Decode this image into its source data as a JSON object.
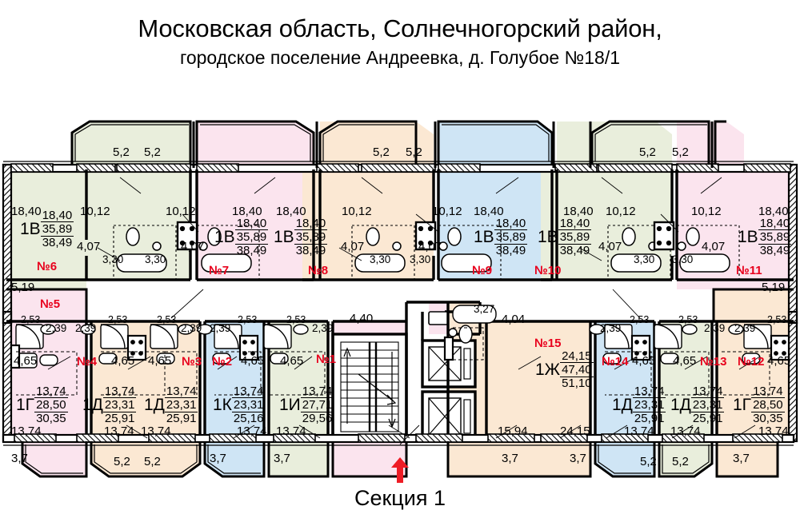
{
  "title": {
    "line1": "Московская область, Солнечногорский район,",
    "line2": "городское поселение Андреевка, д. Голубое №18/1"
  },
  "caption": "Секция 1",
  "colors": {
    "green": "#e9eedc",
    "pink": "#fbe4ee",
    "beige": "#fbe8d3",
    "blue": "#cfe5f5",
    "wall": "#000000",
    "apt_number": "#e8001c",
    "arrow": "#ee1c25"
  },
  "legend": {
    "type_1V": "1В",
    "type_1G": "1Г",
    "type_1D": "1Д",
    "type_1K": "1К",
    "type_1I": "1И",
    "type_1Zh": "1Ж"
  },
  "apartments": [
    {
      "no": "№6",
      "type": "1В",
      "living": "18,40",
      "area": "35,89",
      "total": "38,49",
      "color": "green",
      "rooms": [
        "18,40",
        "10,12",
        "4,07",
        "3,30",
        "5,2"
      ]
    },
    {
      "no": "№7",
      "type": "1В",
      "living": "18,40",
      "area": "35,89",
      "total": "38,49",
      "color": "pink",
      "rooms": [
        "18,40",
        "10,12",
        "4,07",
        "3,30",
        "5,2"
      ]
    },
    {
      "no": "№8",
      "type": "1В",
      "living": "18,40",
      "area": "35,89",
      "total": "38,49",
      "color": "beige",
      "rooms": [
        "18,40",
        "10,12",
        "4,07",
        "3,30",
        "5,2"
      ]
    },
    {
      "no": "№9",
      "type": "1В",
      "living": "18,40",
      "area": "35,89",
      "total": "38,49",
      "color": "blue",
      "rooms": [
        "18,40",
        "10,12",
        "4,07",
        "3,30",
        "5,2"
      ]
    },
    {
      "no": "№10",
      "type": "1В",
      "living": "18,40",
      "area": "35,89",
      "total": "38,49",
      "color": "green",
      "rooms": [
        "18,40",
        "10,12",
        "4,07",
        "3,30",
        "5,2"
      ]
    },
    {
      "no": "№11",
      "type": "1В",
      "living": "18,40",
      "area": "35,89",
      "total": "38,49",
      "color": "pink",
      "rooms": [
        "18,40",
        "10,12",
        "4,07",
        "3,30",
        "5,2"
      ]
    },
    {
      "no": "№5",
      "type": "1Г",
      "living": "13,74",
      "area": "28,50",
      "total": "30,35",
      "color": "pink",
      "rooms": [
        "13,74",
        "4,65",
        "2,53",
        "2,39",
        "5,19",
        "3,7"
      ]
    },
    {
      "no": "№4",
      "type": "1Д",
      "living": "13,74",
      "area": "23,31",
      "total": "25,91",
      "color": "beige",
      "rooms": [
        "13,74",
        "4,65",
        "2,53",
        "2,39",
        "5,2"
      ]
    },
    {
      "no": "№3",
      "type": "1Д",
      "living": "13,74",
      "area": "23,31",
      "total": "25,91",
      "color": "blue",
      "rooms": [
        "13,74",
        "4,65",
        "2,53",
        "2,39",
        "5,2"
      ]
    },
    {
      "no": "№2",
      "type": "1К",
      "living": "13,74",
      "area": "23,31",
      "total": "25,16",
      "color": "green",
      "rooms": [
        "13,74",
        "4,65",
        "2,53",
        "2,39",
        "3,7"
      ]
    },
    {
      "no": "№1",
      "type": "1И",
      "living": "13,74",
      "area": "27,71",
      "total": "29,56",
      "color": "pink",
      "rooms": [
        "13,74",
        "4,65",
        "2,53",
        "2,39",
        "4,40",
        "3,7"
      ]
    },
    {
      "no": "№15",
      "type": "1Ж",
      "living": "24,15",
      "area": "47,40",
      "total": "51,10",
      "color": "beige",
      "rooms": [
        "24,15",
        "15,94",
        "4,04",
        "3,27",
        "3,7"
      ]
    },
    {
      "no": "№14",
      "type": "1Д",
      "living": "13,74",
      "area": "23,31",
      "total": "25,91",
      "color": "blue",
      "rooms": [
        "13,74",
        "4,65",
        "2,53",
        "2,39",
        "5,2"
      ]
    },
    {
      "no": "№13",
      "type": "1Д",
      "living": "13,74",
      "area": "23,31",
      "total": "25,91",
      "color": "green",
      "rooms": [
        "13,74",
        "4,65",
        "2,53",
        "2,39",
        "5,2"
      ]
    },
    {
      "no": "№12",
      "type": "1Г",
      "living": "13,74",
      "area": "28,50",
      "total": "30,35",
      "color": "beige",
      "rooms": [
        "13,74",
        "4,65",
        "2,53",
        "2,39",
        "5,19",
        "3,7"
      ]
    }
  ],
  "labels_top_balcony": [
    "5,2",
    "5,2",
    "5,2",
    "5,2",
    "5,2",
    "5,2"
  ],
  "labels_bottom_balcony": [
    "3,7",
    "5,2",
    "5,2",
    "3,7",
    "3,7",
    "3,7",
    "3,7",
    "5,2",
    "5,2",
    "3,7"
  ],
  "core": {
    "stairs": "stairwell",
    "elevator_1": "elevator-shaft",
    "elevator_2": "elevator-shaft"
  }
}
